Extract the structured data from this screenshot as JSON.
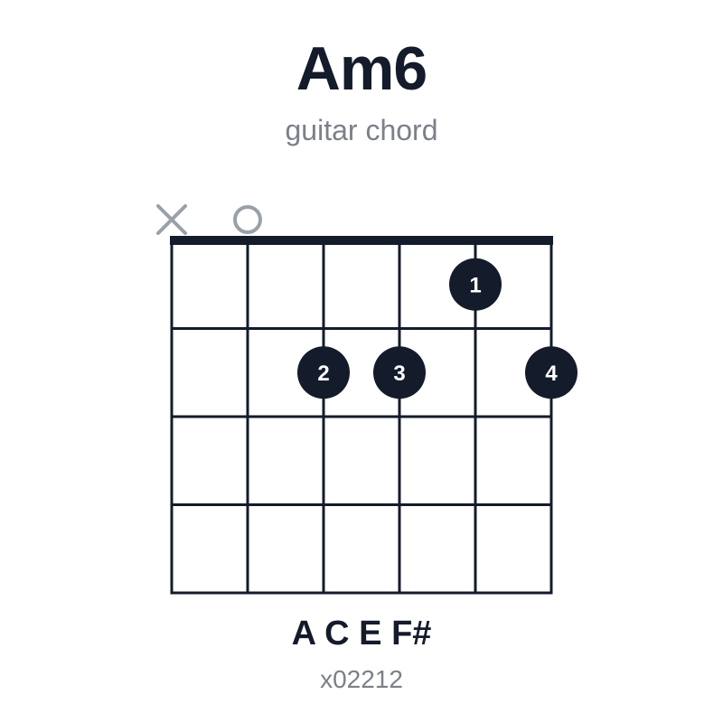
{
  "chord": {
    "name": "Am6",
    "subtitle": "guitar chord",
    "notes": "A C E F#",
    "fingering": "x02212"
  },
  "diagram": {
    "strings": 6,
    "frets_shown": 4,
    "string_markers": [
      "muted",
      "open",
      "fretted",
      "fretted",
      "fretted",
      "fretted"
    ],
    "fingers": [
      {
        "string": 5,
        "fret": 1,
        "finger": "1"
      },
      {
        "string": 3,
        "fret": 2,
        "finger": "2"
      },
      {
        "string": 4,
        "fret": 2,
        "finger": "3"
      },
      {
        "string": 6,
        "fret": 2,
        "finger": "4"
      }
    ]
  },
  "colors": {
    "ink": "#141b2b",
    "muted_marker": "#9aa0a8",
    "subtitle": "#7b8089",
    "finger_text": "#ffffff"
  }
}
